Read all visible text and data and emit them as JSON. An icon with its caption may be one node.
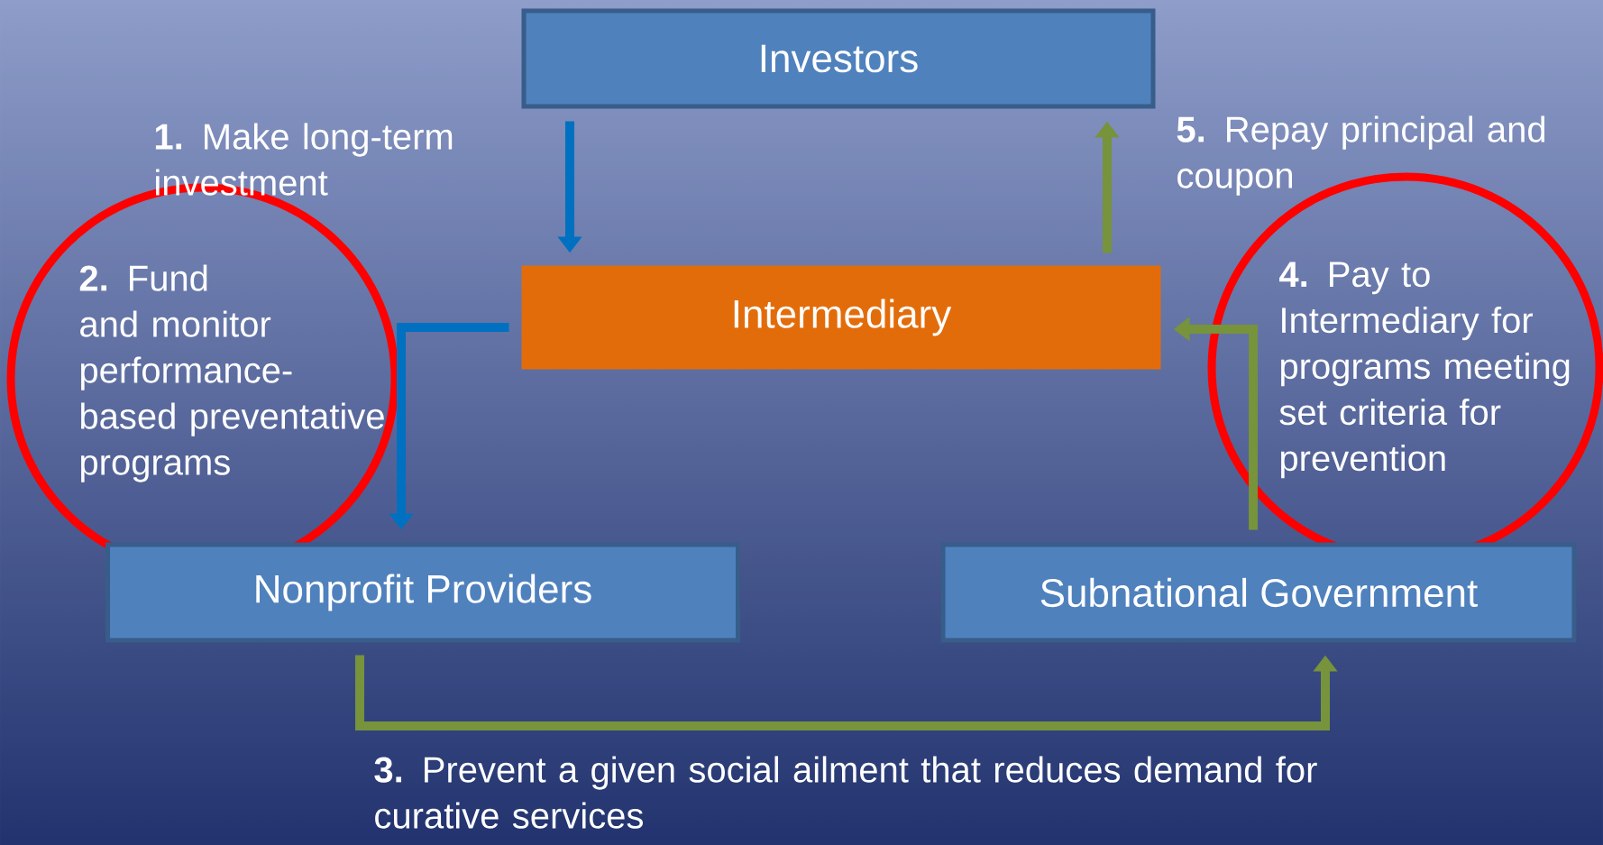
{
  "diagram": {
    "nodes": [
      {
        "text": [
          "Investors"
        ]
      },
      {
        "text": [
          "Intermediary"
        ]
      },
      {
        "text": [
          "Nonprofit Providers"
        ]
      },
      {
        "text": [
          "Subnational Government"
        ]
      }
    ],
    "edges": [
      {
        "from": 0,
        "to": 1,
        "arrow": "to",
        "color": "#0070c0",
        "label": "**1.** Make long-term investment"
      },
      {
        "from": 1,
        "to": 2,
        "arrow": "to",
        "color": "#0070c0",
        "label": "**2.** Fund and monitor performance-based preventative programs"
      },
      {
        "from": 2,
        "to": 3,
        "arrow": "to",
        "label": "**3.** Prevent a given social ailment that reduces demand for curative services"
      },
      {
        "from": 3,
        "to": 1,
        "arrow": "to",
        "label": "**4.** Pay to Intermediary for programs meeting set criteria for prevention"
      },
      {
        "from": 1,
        "to": 0,
        "arrow": "to",
        "label": "**5.** Repay principal and coupon"
      }
    ]
  }
}
